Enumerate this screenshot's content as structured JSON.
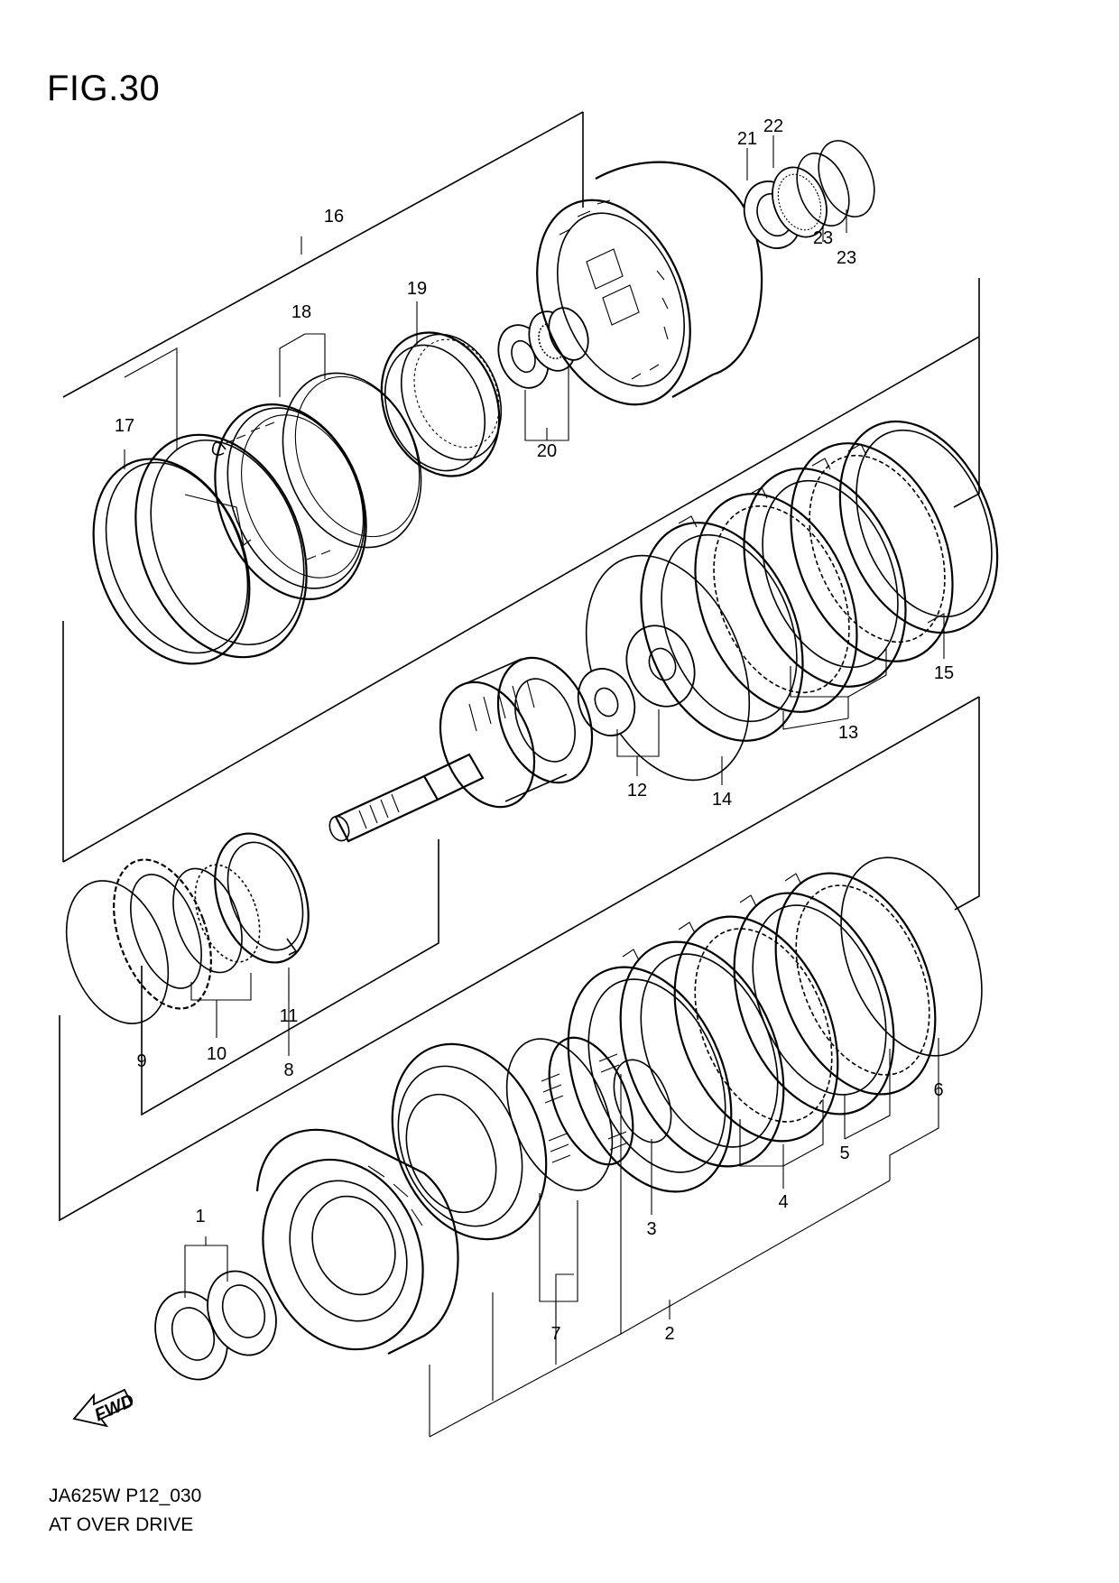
{
  "figure": {
    "title": "FIG.30",
    "code": "JA625W P12_030",
    "name": "AT OVER DRIVE",
    "fwd_label": "FWD"
  },
  "callouts": [
    {
      "id": "c1",
      "label": "1"
    },
    {
      "id": "c2",
      "label": "2"
    },
    {
      "id": "c3",
      "label": "3"
    },
    {
      "id": "c4",
      "label": "4"
    },
    {
      "id": "c5",
      "label": "5"
    },
    {
      "id": "c6",
      "label": "6"
    },
    {
      "id": "c7",
      "label": "7"
    },
    {
      "id": "c8",
      "label": "8"
    },
    {
      "id": "c9",
      "label": "9"
    },
    {
      "id": "c10",
      "label": "10"
    },
    {
      "id": "c11",
      "label": "11"
    },
    {
      "id": "c12",
      "label": "12"
    },
    {
      "id": "c13",
      "label": "13"
    },
    {
      "id": "c14",
      "label": "14"
    },
    {
      "id": "c15",
      "label": "15"
    },
    {
      "id": "c16",
      "label": "16"
    },
    {
      "id": "c17",
      "label": "17"
    },
    {
      "id": "c18",
      "label": "18"
    },
    {
      "id": "c19",
      "label": "19"
    },
    {
      "id": "c20",
      "label": "20"
    },
    {
      "id": "c21",
      "label": "21"
    },
    {
      "id": "c22",
      "label": "22"
    },
    {
      "id": "c23a",
      "label": "23"
    },
    {
      "id": "c23b",
      "label": "23"
    }
  ]
}
